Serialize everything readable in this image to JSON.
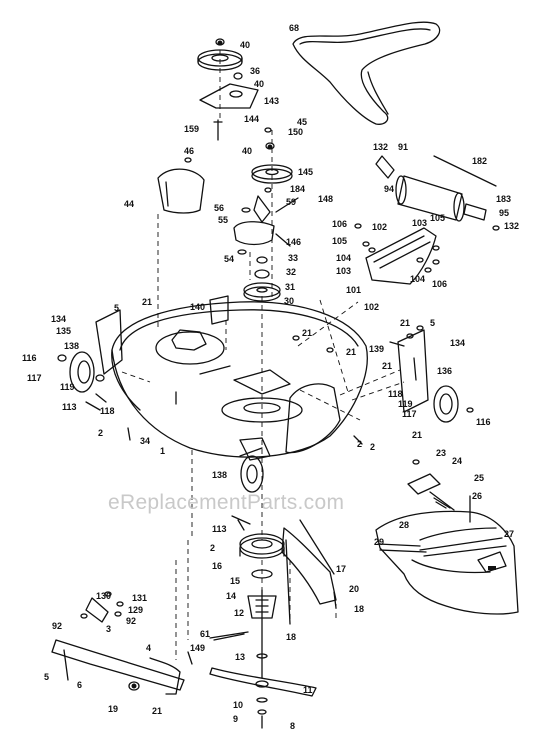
{
  "watermark": "eReplacementParts.com",
  "labels": [
    "40",
    "36",
    "40",
    "143",
    "144",
    "159",
    "45",
    "150",
    "40",
    "68",
    "145",
    "184",
    "46",
    "59",
    "148",
    "44",
    "56",
    "55",
    "146",
    "33",
    "54",
    "32",
    "31",
    "30",
    "140",
    "21",
    "5",
    "134",
    "135",
    "138",
    "116",
    "117",
    "119",
    "113",
    "118",
    "2",
    "34",
    "1",
    "21",
    "21",
    "2",
    "138",
    "113",
    "2",
    "16",
    "15",
    "14",
    "12",
    "13",
    "61",
    "149",
    "21",
    "19",
    "6",
    "4",
    "5",
    "92",
    "3",
    "92",
    "129",
    "130",
    "131",
    "11",
    "10",
    "9",
    "8",
    "18",
    "18",
    "20",
    "17",
    "21",
    "5",
    "139",
    "134",
    "21",
    "136",
    "118",
    "119",
    "116",
    "117",
    "2",
    "21",
    "23",
    "24",
    "25",
    "26",
    "27",
    "28",
    "29",
    "132",
    "91",
    "182",
    "94",
    "183",
    "95",
    "132",
    "106",
    "105",
    "104",
    "103",
    "102",
    "101",
    "102",
    "103",
    "104",
    "105",
    "106"
  ],
  "colors": {
    "line": "#111111",
    "watermark": "#c9c9c9"
  }
}
